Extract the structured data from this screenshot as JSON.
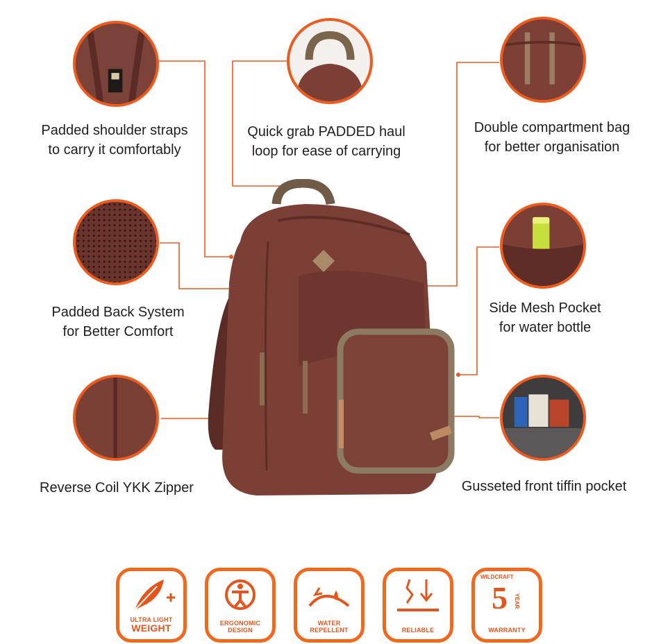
{
  "features": [
    {
      "caption_line1": "Padded shoulder straps",
      "caption_line2": "to carry it comfortably",
      "icon": "shoulder-strap-closeup"
    },
    {
      "caption_line1": "Quick grab PADDED haul",
      "caption_line2": "loop for ease of carrying",
      "icon": "haul-loop-closeup"
    },
    {
      "caption_line1": "Double compartment bag",
      "caption_line2": "for better organisation",
      "icon": "double-zipper-closeup"
    },
    {
      "caption_line1": "Padded Back System",
      "caption_line2": "for Better Comfort",
      "icon": "mesh-back-closeup"
    },
    {
      "caption_line1": "Side Mesh Pocket",
      "caption_line2": "for water bottle",
      "icon": "bottle-pocket-closeup"
    },
    {
      "caption_line1": "Reverse Coil YKK Zipper",
      "caption_line2": "",
      "icon": "zipper-closeup"
    },
    {
      "caption_line1": "Gusseted front tiffin pocket",
      "caption_line2": "",
      "icon": "front-pocket-closeup"
    }
  ],
  "badges": [
    {
      "line1": "ULTRA LIGHT",
      "line2": "WEIGHT",
      "icon": "feather-icon"
    },
    {
      "line1": "ERGONOMIC",
      "line2": "DESIGN",
      "icon": "ergonomic-person-icon"
    },
    {
      "line1": "WATER",
      "line2": "REPELLENT",
      "icon": "water-drop-icon"
    },
    {
      "line1": "RELIABLE",
      "line2": "",
      "icon": "reliable-arrow-icon"
    },
    {
      "brand": "WILDCRAFT",
      "year_number": "5",
      "year_word": "YEAR",
      "line1": "WARRANTY",
      "icon": "warranty-5-year-icon"
    }
  ],
  "colors": {
    "accent": "#ef5a1d",
    "backpack": "#7a3e33",
    "trim": "#8c7a63"
  }
}
